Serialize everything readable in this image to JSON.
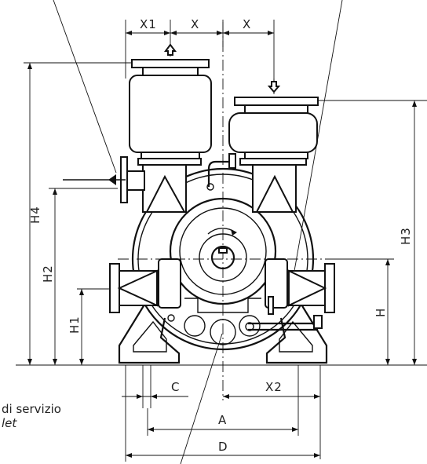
{
  "dimensions": {
    "x1": "X1",
    "x_left": "X",
    "x_right": "X",
    "h4": "H4",
    "h3": "H3",
    "h2": "H2",
    "h1": "H1",
    "h": "H",
    "c": "C",
    "x2": "X2",
    "a": "A",
    "d": "D"
  },
  "notes": {
    "service_it": "di  servizio",
    "service_en": "let"
  }
}
